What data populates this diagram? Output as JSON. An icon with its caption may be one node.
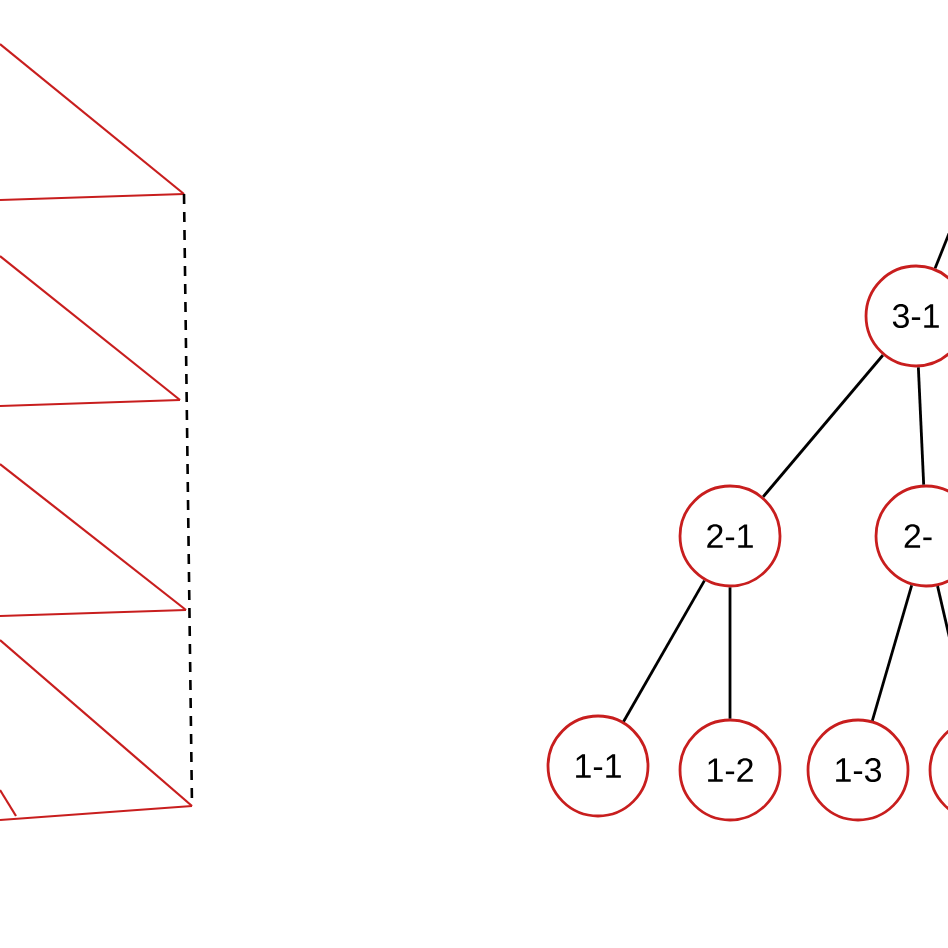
{
  "diagram": {
    "nodes": [
      {
        "text": [
          "3-1"
        ]
      },
      {
        "text": [
          "2-1"
        ]
      },
      {
        "text": [
          "2-"
        ]
      },
      {
        "text": [
          "1-1"
        ]
      },
      {
        "text": [
          "1-2"
        ]
      },
      {
        "text": [
          "1-3"
        ]
      },
      {
        "text": [],
        "shape": "circle"
      }
    ],
    "edges": [
      {
        "from": null,
        "to": 0,
        "arrow": "none"
      },
      {
        "from": 0,
        "to": 1,
        "arrow": "none"
      },
      {
        "from": 0,
        "to": 2,
        "arrow": "none"
      },
      {
        "from": 1,
        "to": 3,
        "arrow": "none"
      },
      {
        "from": 1,
        "to": 4,
        "arrow": "none"
      },
      {
        "from": 2,
        "to": 5,
        "arrow": "none"
      },
      {
        "from": 2,
        "to": 6,
        "arrow": "none"
      }
    ]
  }
}
